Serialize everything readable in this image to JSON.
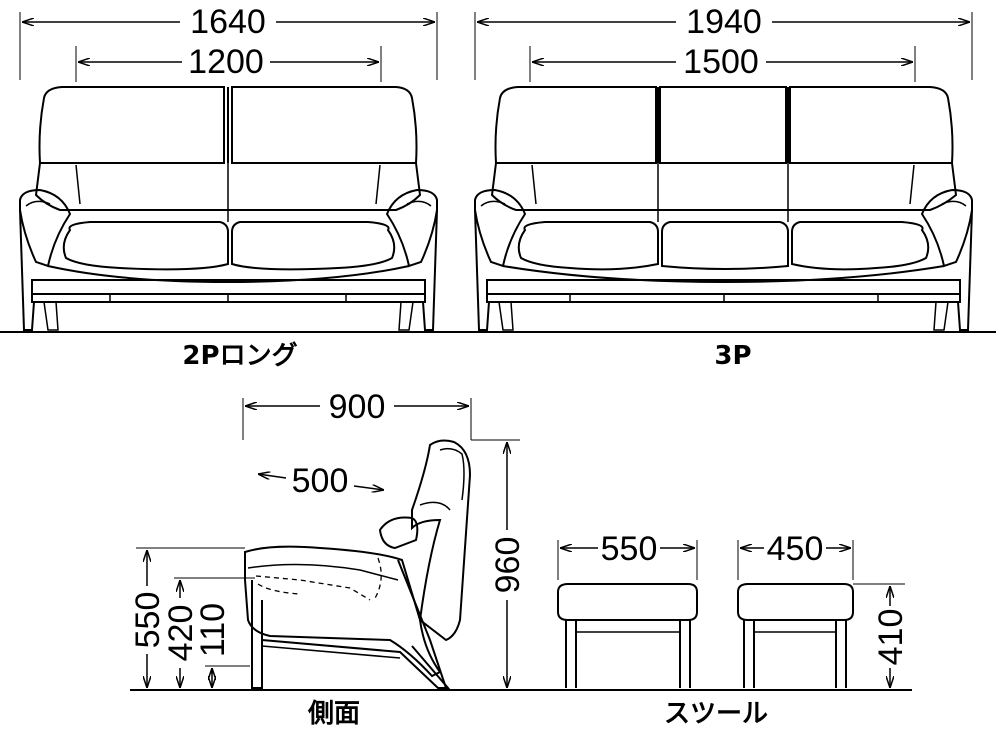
{
  "dimensions": {
    "sofa_2p_outer": "1640",
    "sofa_2p_seat": "1200",
    "sofa_3p_outer": "1940",
    "sofa_3p_seat": "1500",
    "side_depth": "900",
    "side_seat_depth": "500",
    "side_height": "960",
    "side_arm_height": "550",
    "side_seat_height": "420",
    "side_base_height": "110",
    "stool_large_width": "550",
    "stool_small_width": "450",
    "stool_height": "410"
  },
  "labels": {
    "sofa_2p": "2Pロング",
    "sofa_3p": "3P",
    "side_view": "側面",
    "stool": "スツール"
  }
}
